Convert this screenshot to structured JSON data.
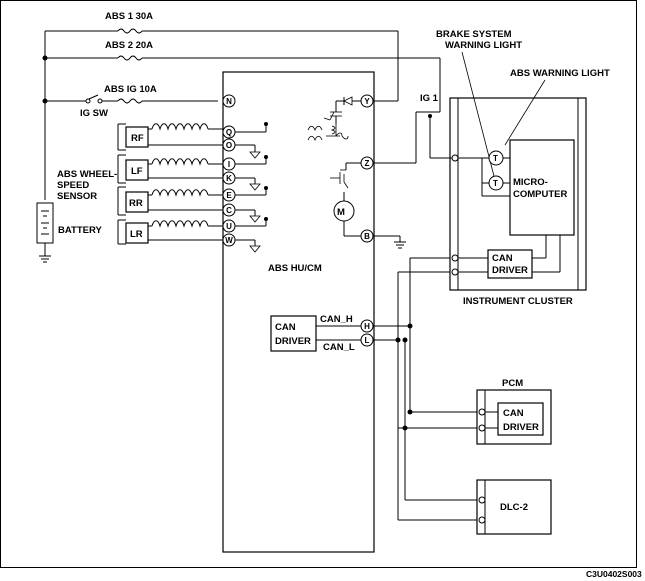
{
  "fuses": {
    "abs1": "ABS 1 30A",
    "abs2": "ABS 2 20A",
    "abs_ig": "ABS IG 10A"
  },
  "ig_sw": "IG SW",
  "sensor_title": [
    "ABS WHEEL-",
    "SPEED",
    "SENSOR"
  ],
  "sensors": [
    "RF",
    "LF",
    "RR",
    "LR"
  ],
  "battery": "BATTERY",
  "abs_module": {
    "title": "ABS  HU/CM",
    "terminals_left": [
      "N",
      "Q",
      "O",
      "I",
      "K",
      "E",
      "C",
      "U",
      "W",
      "H",
      "L"
    ],
    "terminals_right": [
      "Y",
      "Z",
      "B"
    ],
    "can_driver": [
      "CAN",
      "DRIVER"
    ],
    "can_h": "CAN_H",
    "can_l": "CAN_L"
  },
  "ig1": "IG 1",
  "brake_light": [
    "BRAKE SYSTEM",
    "WARNING LIGHT"
  ],
  "abs_light": "ABS WARNING LIGHT",
  "micro": [
    "MICRO-",
    "COMPUTER"
  ],
  "cluster_can": [
    "CAN",
    "DRIVER"
  ],
  "cluster_title": "INSTRUMENT CLUSTER",
  "pcm_title": "PCM",
  "pcm_can": [
    "CAN",
    "DRIVER"
  ],
  "dlc": "DLC-2",
  "code": "C3U0402S003"
}
